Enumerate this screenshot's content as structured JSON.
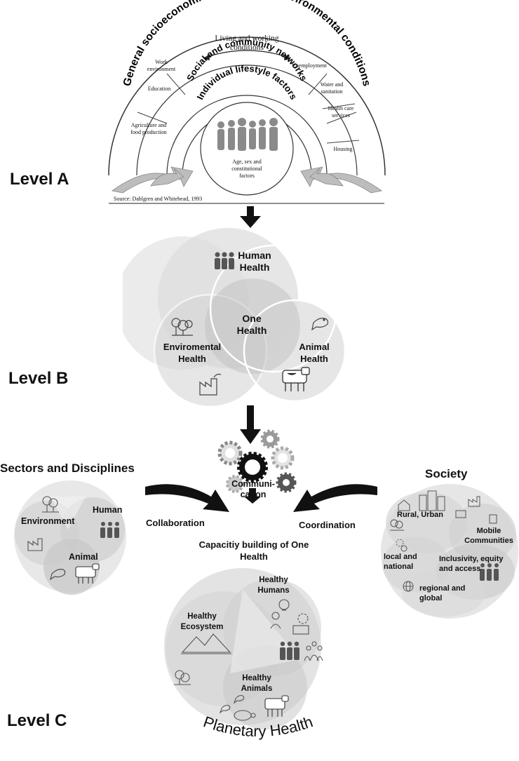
{
  "levels": {
    "a": "Level A",
    "b": "Level B",
    "c": "Level C"
  },
  "dahlgren": {
    "outer_arc": "General socioeconomic, cultural and environmental conditions",
    "living_working": "Living and working conditions",
    "social_arc": "Social and community networks",
    "individual_arc": "Individual lifestyle factors",
    "core": "Age, sex and constitutional factors",
    "left_items": [
      "Work environment",
      "Education",
      "Agriculture and food production"
    ],
    "right_items": [
      "Unemployment",
      "Water and sanitation",
      "Health care services",
      "Housing"
    ],
    "source": "Source: Dahlgren and Whitehead, 1993"
  },
  "venn": {
    "human": "Human Health",
    "environment": "Enviromental Health",
    "animal": "Animal Health",
    "center": "One Health"
  },
  "sectors": {
    "title": "Sectors and Disciplines",
    "environment": "Environment",
    "human": "Human",
    "animal": "Animal"
  },
  "middle": {
    "communication": "Communi-cation",
    "collaboration": "Collaboration",
    "coordination": "Coordination",
    "capacity": "Capacitiy building of One Health"
  },
  "society": {
    "title": "Society",
    "rural_urban": "Rural, Urban",
    "mobile": "Mobile Communities",
    "local": "local and national",
    "inclusivity": "Inclusivity, equity and access",
    "regional": "regional and global"
  },
  "planetary": {
    "humans": "Healthy Humans",
    "ecosystem": "Healthy Ecosystem",
    "animals": "Healthy Animals",
    "label": "Planetary Health"
  },
  "icons": [
    "people-icon",
    "tree-icon",
    "factory-icon",
    "bird-icon",
    "cow-icon",
    "building-icon",
    "globe-icon",
    "gear-icon",
    "mountain-icon",
    "turtle-icon",
    "lightbulb-icon"
  ]
}
